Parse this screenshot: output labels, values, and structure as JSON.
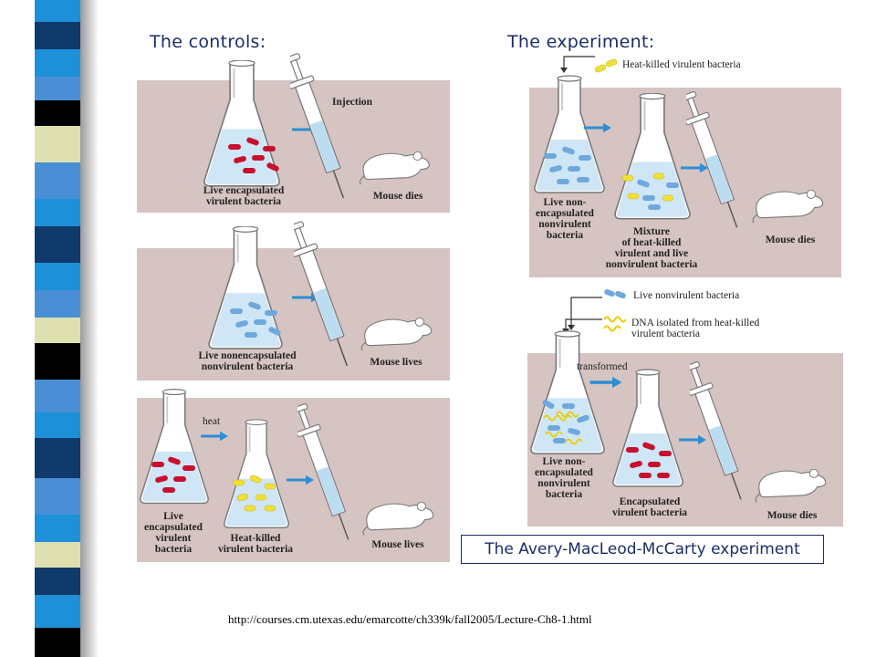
{
  "headings": {
    "controls": "The controls:",
    "experiment": "The experiment:"
  },
  "controls": {
    "row1": {
      "flask_label": [
        "Live encapsulated",
        "virulent bacteria"
      ],
      "injection_label": "Injection",
      "outcome": "Mouse dies"
    },
    "row2": {
      "flask_label": [
        "Live nonencapsulated",
        "nonvirulent bacteria"
      ],
      "outcome": "Mouse lives"
    },
    "row3": {
      "flask1_label": [
        "Live",
        "encapsulated",
        "virulent",
        "bacteria"
      ],
      "arrow_label": "heat",
      "flask2_label": [
        "Heat-killed",
        "virulent bacteria"
      ],
      "outcome": "Mouse lives"
    }
  },
  "experiment": {
    "row1": {
      "input_label": "Heat-killed virulent bacteria",
      "flask1_label": [
        "Live non-",
        "encapsulated",
        "nonvirulent",
        "bacteria"
      ],
      "flask2_label": [
        "Mixture",
        "of heat-killed",
        "virulent and live",
        "nonvirulent bacteria"
      ],
      "outcome": "Mouse dies"
    },
    "row2": {
      "legend": [
        "Live nonvirulent bacteria",
        "DNA isolated from heat-killed",
        "virulent bacteria"
      ],
      "arrow_label": "transformed",
      "flask1_label": [
        "Live non-",
        "encapsulated",
        "nonvirulent",
        "bacteria"
      ],
      "flask2_label": [
        "Encapsulated",
        "virulent bacteria"
      ],
      "outcome": "Mouse dies"
    }
  },
  "title": "The Avery-MacLeod-McCarty experiment",
  "url": "http://courses.cm.utexas.edu/emarcotte/ch339k/fall2005/Lecture-Ch8-1.html",
  "colors": {
    "panel": "#d6c4c2",
    "arrow": "#2a8fd4",
    "red_bacteria": "#c8102e",
    "blue_bacteria": "#6fa8dc",
    "yellow_bacteria": "#f2e03a",
    "heading": "#1a2e66"
  }
}
